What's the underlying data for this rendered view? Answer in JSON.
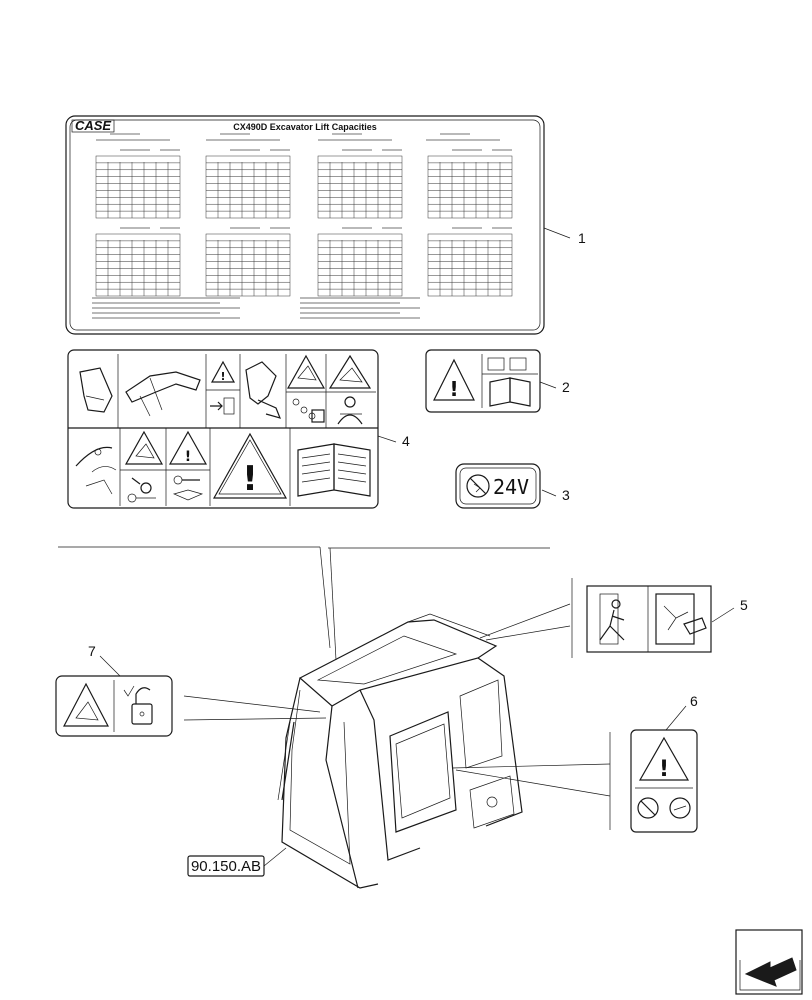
{
  "decals": {
    "lift_chart": {
      "logo": "CASE",
      "title": "CX490D Excavator Lift Capacities"
    },
    "voltage_decal": {
      "text": "24V"
    }
  },
  "callouts": [
    "1",
    "2",
    "3",
    "4",
    "5",
    "6",
    "7"
  ],
  "reference": {
    "label": "90.150.AB"
  },
  "icons": [
    "warning-triangle-icon",
    "manual-book-icon",
    "hand-crush-icon",
    "seatbelt-icon",
    "unlock-icon",
    "emergency-exit-icon",
    "hammer-glass-icon",
    "no-spark-icon",
    "battery-icon",
    "page-turn-arrow-icon"
  ]
}
